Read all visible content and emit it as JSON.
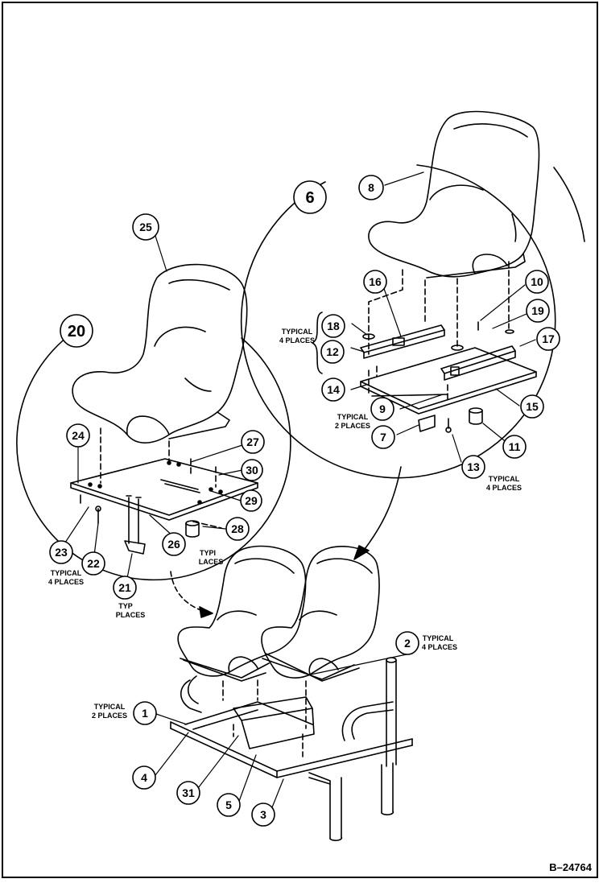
{
  "figure_id": "B–24764",
  "callouts": {
    "c1": "1",
    "c2": "2",
    "c3": "3",
    "c4": "4",
    "c5": "5",
    "c6": "6",
    "c7": "7",
    "c8": "8",
    "c9": "9",
    "c10": "10",
    "c11": "11",
    "c12": "12",
    "c13": "13",
    "c14": "14",
    "c15": "15",
    "c16": "16",
    "c17": "17",
    "c18": "18",
    "c19": "19",
    "c20": "20",
    "c21": "21",
    "c22": "22",
    "c23": "23",
    "c24": "24",
    "c25": "25",
    "c26": "26",
    "c27": "27",
    "c28": "28",
    "c31": "31",
    "c29_partial": "29",
    "c30_partial": "30"
  },
  "notes": {
    "typical": "TYPICAL",
    "typical_partial": "TYPI",
    "typ_cut": "TYP",
    "four_places": "4 PLACES",
    "two_places": "2 PLACES",
    "places_cut": "PLACES",
    "laces_cut": "LACES"
  },
  "colors": {
    "ink": "#000000",
    "paper": "#ffffff"
  }
}
